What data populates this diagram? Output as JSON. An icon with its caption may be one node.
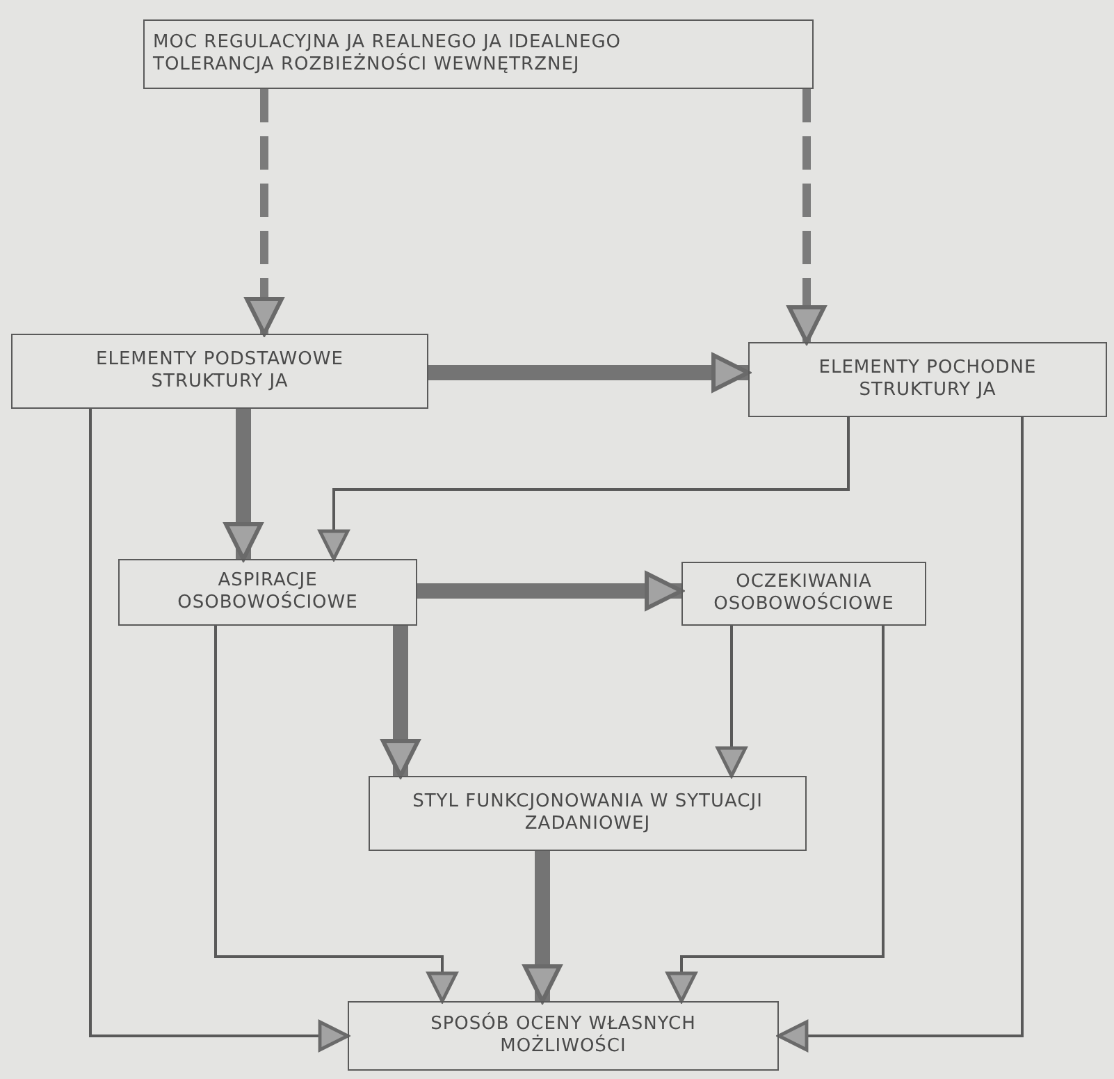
{
  "diagram": {
    "nodes": [
      {
        "text": [
          "MOC REGULACYJNA JA REALNEGO JA IDEALNEGO",
          "TOLERANCJA ROZBIEŻNOŚCI WEWNĘTRZNEJ"
        ]
      },
      {
        "text": [
          "ELEMENTY PODSTAWOWE STRUKTURY JA"
        ]
      },
      {
        "text": [
          "ELEMENTY POCHODNE STRUKTURY JA"
        ]
      },
      {
        "text": [
          "ASPIRACJE OSOBOWOŚCIOWE"
        ]
      },
      {
        "text": [
          "OCZEKIWANIA OSOBOWOŚCIOWE"
        ]
      },
      {
        "text": [
          "STYL FUNKCJONOWANIA W SYTUACJI ZADANIOWEJ"
        ]
      },
      {
        "text": [
          "SPOSÓB OCENY WŁASNYCH MOŻLIWOŚCI"
        ]
      }
    ],
    "edges": [
      {
        "from": 0,
        "to": 1,
        "arrow": "to",
        "style": "dashed"
      },
      {
        "from": 0,
        "to": 2,
        "arrow": "to",
        "style": "dashed"
      },
      {
        "from": 1,
        "to": 2,
        "arrow": "to",
        "style": "thick"
      },
      {
        "from": 1,
        "to": 3,
        "arrow": "to",
        "style": "thick"
      },
      {
        "from": 2,
        "to": 3,
        "arrow": "to"
      },
      {
        "from": 3,
        "to": 4,
        "arrow": "to",
        "style": "thick"
      },
      {
        "from": 3,
        "to": 5,
        "arrow": "to",
        "style": "thick"
      },
      {
        "from": 4,
        "to": 5,
        "arrow": "to"
      },
      {
        "from": 1,
        "to": 6,
        "arrow": "to"
      },
      {
        "from": 3,
        "to": 6,
        "arrow": "to"
      },
      {
        "from": 5,
        "to": 6,
        "arrow": "to",
        "style": "thick"
      },
      {
        "from": 4,
        "to": 6,
        "arrow": "to"
      },
      {
        "from": 2,
        "to": 6,
        "arrow": "to"
      }
    ]
  }
}
